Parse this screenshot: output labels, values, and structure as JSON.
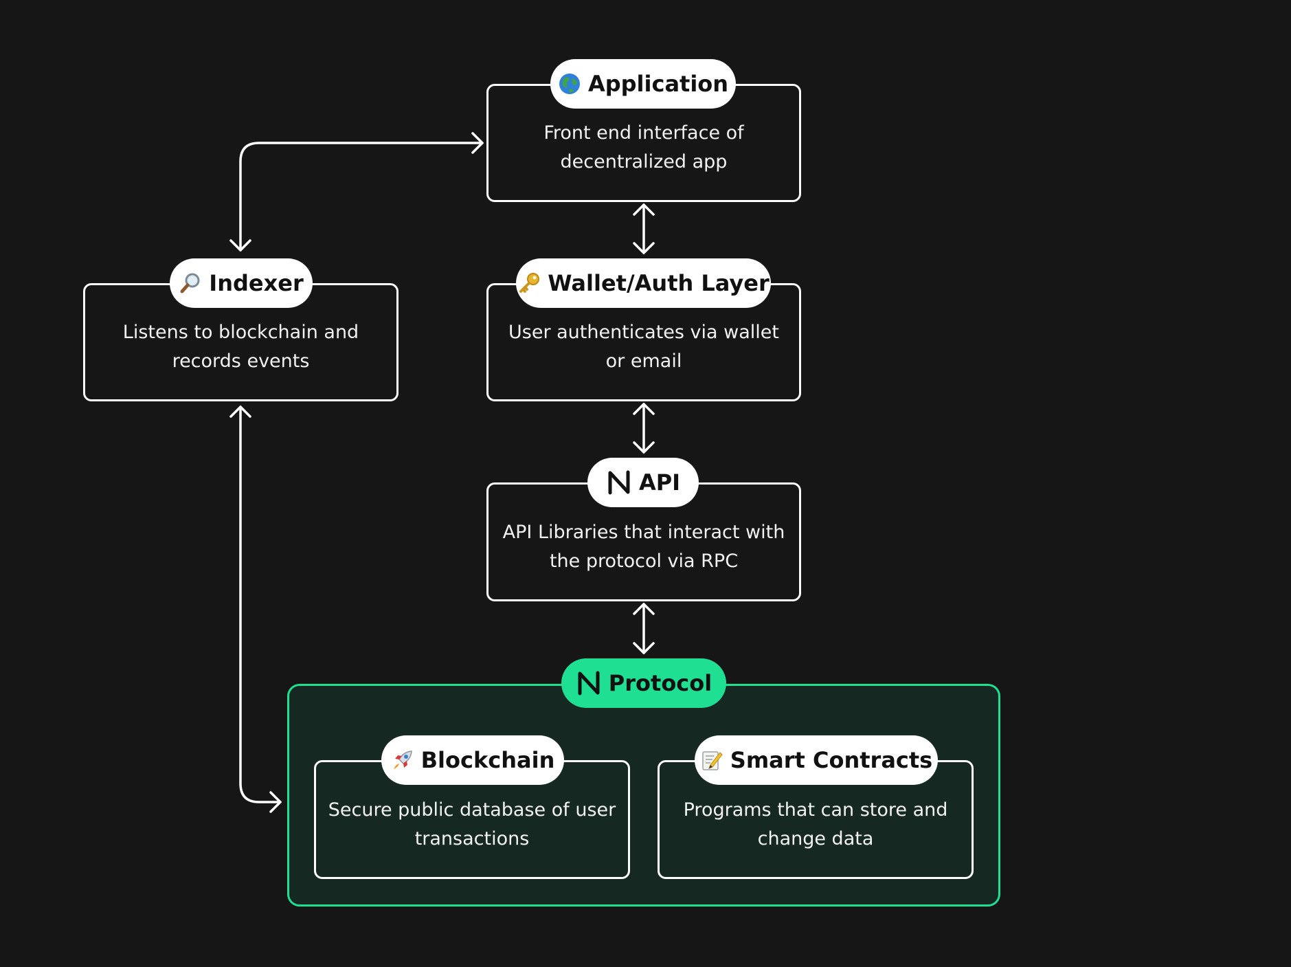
{
  "colors": {
    "background": "#161616",
    "line": "#ffffff",
    "accent": "#1fdf93",
    "group_fill": "#162822"
  },
  "nodes": {
    "application": {
      "title": "Application",
      "description": "Front end interface of decentralized app",
      "icon": "globe-icon"
    },
    "wallet": {
      "title": "Wallet/Auth Layer",
      "description": "User authenticates via wallet or email",
      "icon": "key-icon"
    },
    "indexer": {
      "title": "Indexer",
      "description": "Listens to blockchain and records events",
      "icon": "magnifier-icon"
    },
    "api": {
      "title": "API",
      "description": "API Libraries that interact with the protocol via RPC",
      "icon": "near-logo-icon"
    },
    "protocol": {
      "title": "Protocol",
      "icon": "near-logo-icon"
    },
    "blockchain": {
      "title": "Blockchain",
      "description": "Secure public database of user transactions",
      "icon": "rocket-icon"
    },
    "smart_contracts": {
      "title": "Smart Contracts",
      "description": "Programs that can store and change data",
      "icon": "memo-icon"
    }
  },
  "connections": [
    {
      "from": "application",
      "to": "indexer",
      "direction": "both"
    },
    {
      "from": "application",
      "to": "wallet",
      "direction": "both"
    },
    {
      "from": "wallet",
      "to": "api",
      "direction": "both"
    },
    {
      "from": "api",
      "to": "protocol",
      "direction": "both"
    },
    {
      "from": "indexer",
      "to": "protocol",
      "direction": "both"
    }
  ]
}
